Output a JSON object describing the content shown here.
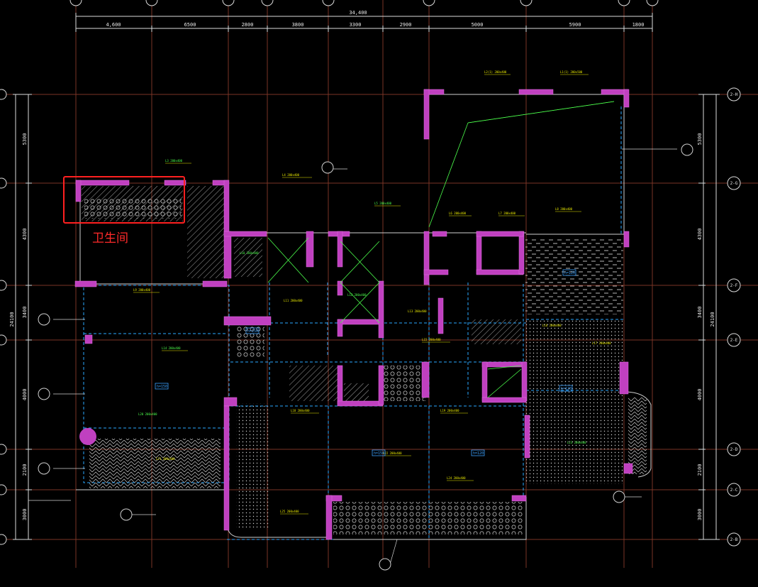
{
  "drawing": {
    "overall_dimension": "34,400",
    "top_dimensions": [
      "4,600",
      "6500",
      "2800",
      "3800",
      "3300",
      "2900",
      "5000",
      "5900",
      "1800"
    ],
    "left_dimensions": [
      "5300",
      "4300",
      "3400",
      "4000",
      "2100",
      "3000"
    ],
    "left_total": "24100",
    "right_dimensions": [
      "5300",
      "4300",
      "3400",
      "4000",
      "2100",
      "3000"
    ],
    "right_total": "24100",
    "row_axes": [
      "2-H",
      "2-G",
      "2-F",
      "2-E",
      "2-D",
      "2-C",
      "2-B"
    ],
    "column_axes": [
      "",
      "",
      "",
      "",
      "",
      "",
      "",
      "",
      "",
      ""
    ],
    "notes": [
      "L1(1) 200x500",
      "L2(1) 200x400",
      "L3 200x400",
      "L4 200x400",
      "L5 200x400",
      "L6 200x400",
      "L7 200x400",
      "L8 200x400",
      "L9 200x400",
      "L10 200x400",
      "L11 200x400",
      "L12 200x400",
      "L13 200x400",
      "L14 200x400",
      "L15 200x400",
      "L16 200x400",
      "L17 200x400",
      "L18 200x400",
      "L19 200x400",
      "L20 200x400",
      "L21 200x400",
      "L22 200x400",
      "L23 200x400",
      "L24 200x400",
      "L25 200x400"
    ],
    "slab_tags": [
      "h=150",
      "h=150",
      "h=120",
      "h=120",
      "h=120",
      "h=150"
    ],
    "colors": {
      "grid": "#8a3a2a",
      "wall": "#c040c0",
      "dimension": "#e0e0e0",
      "beam_dash": "#2aa8ff",
      "note_yellow": "#e6e600",
      "note_green": "#4cff4c",
      "highlight": "#ff2020"
    }
  },
  "annotation": {
    "label": "卫生间"
  }
}
